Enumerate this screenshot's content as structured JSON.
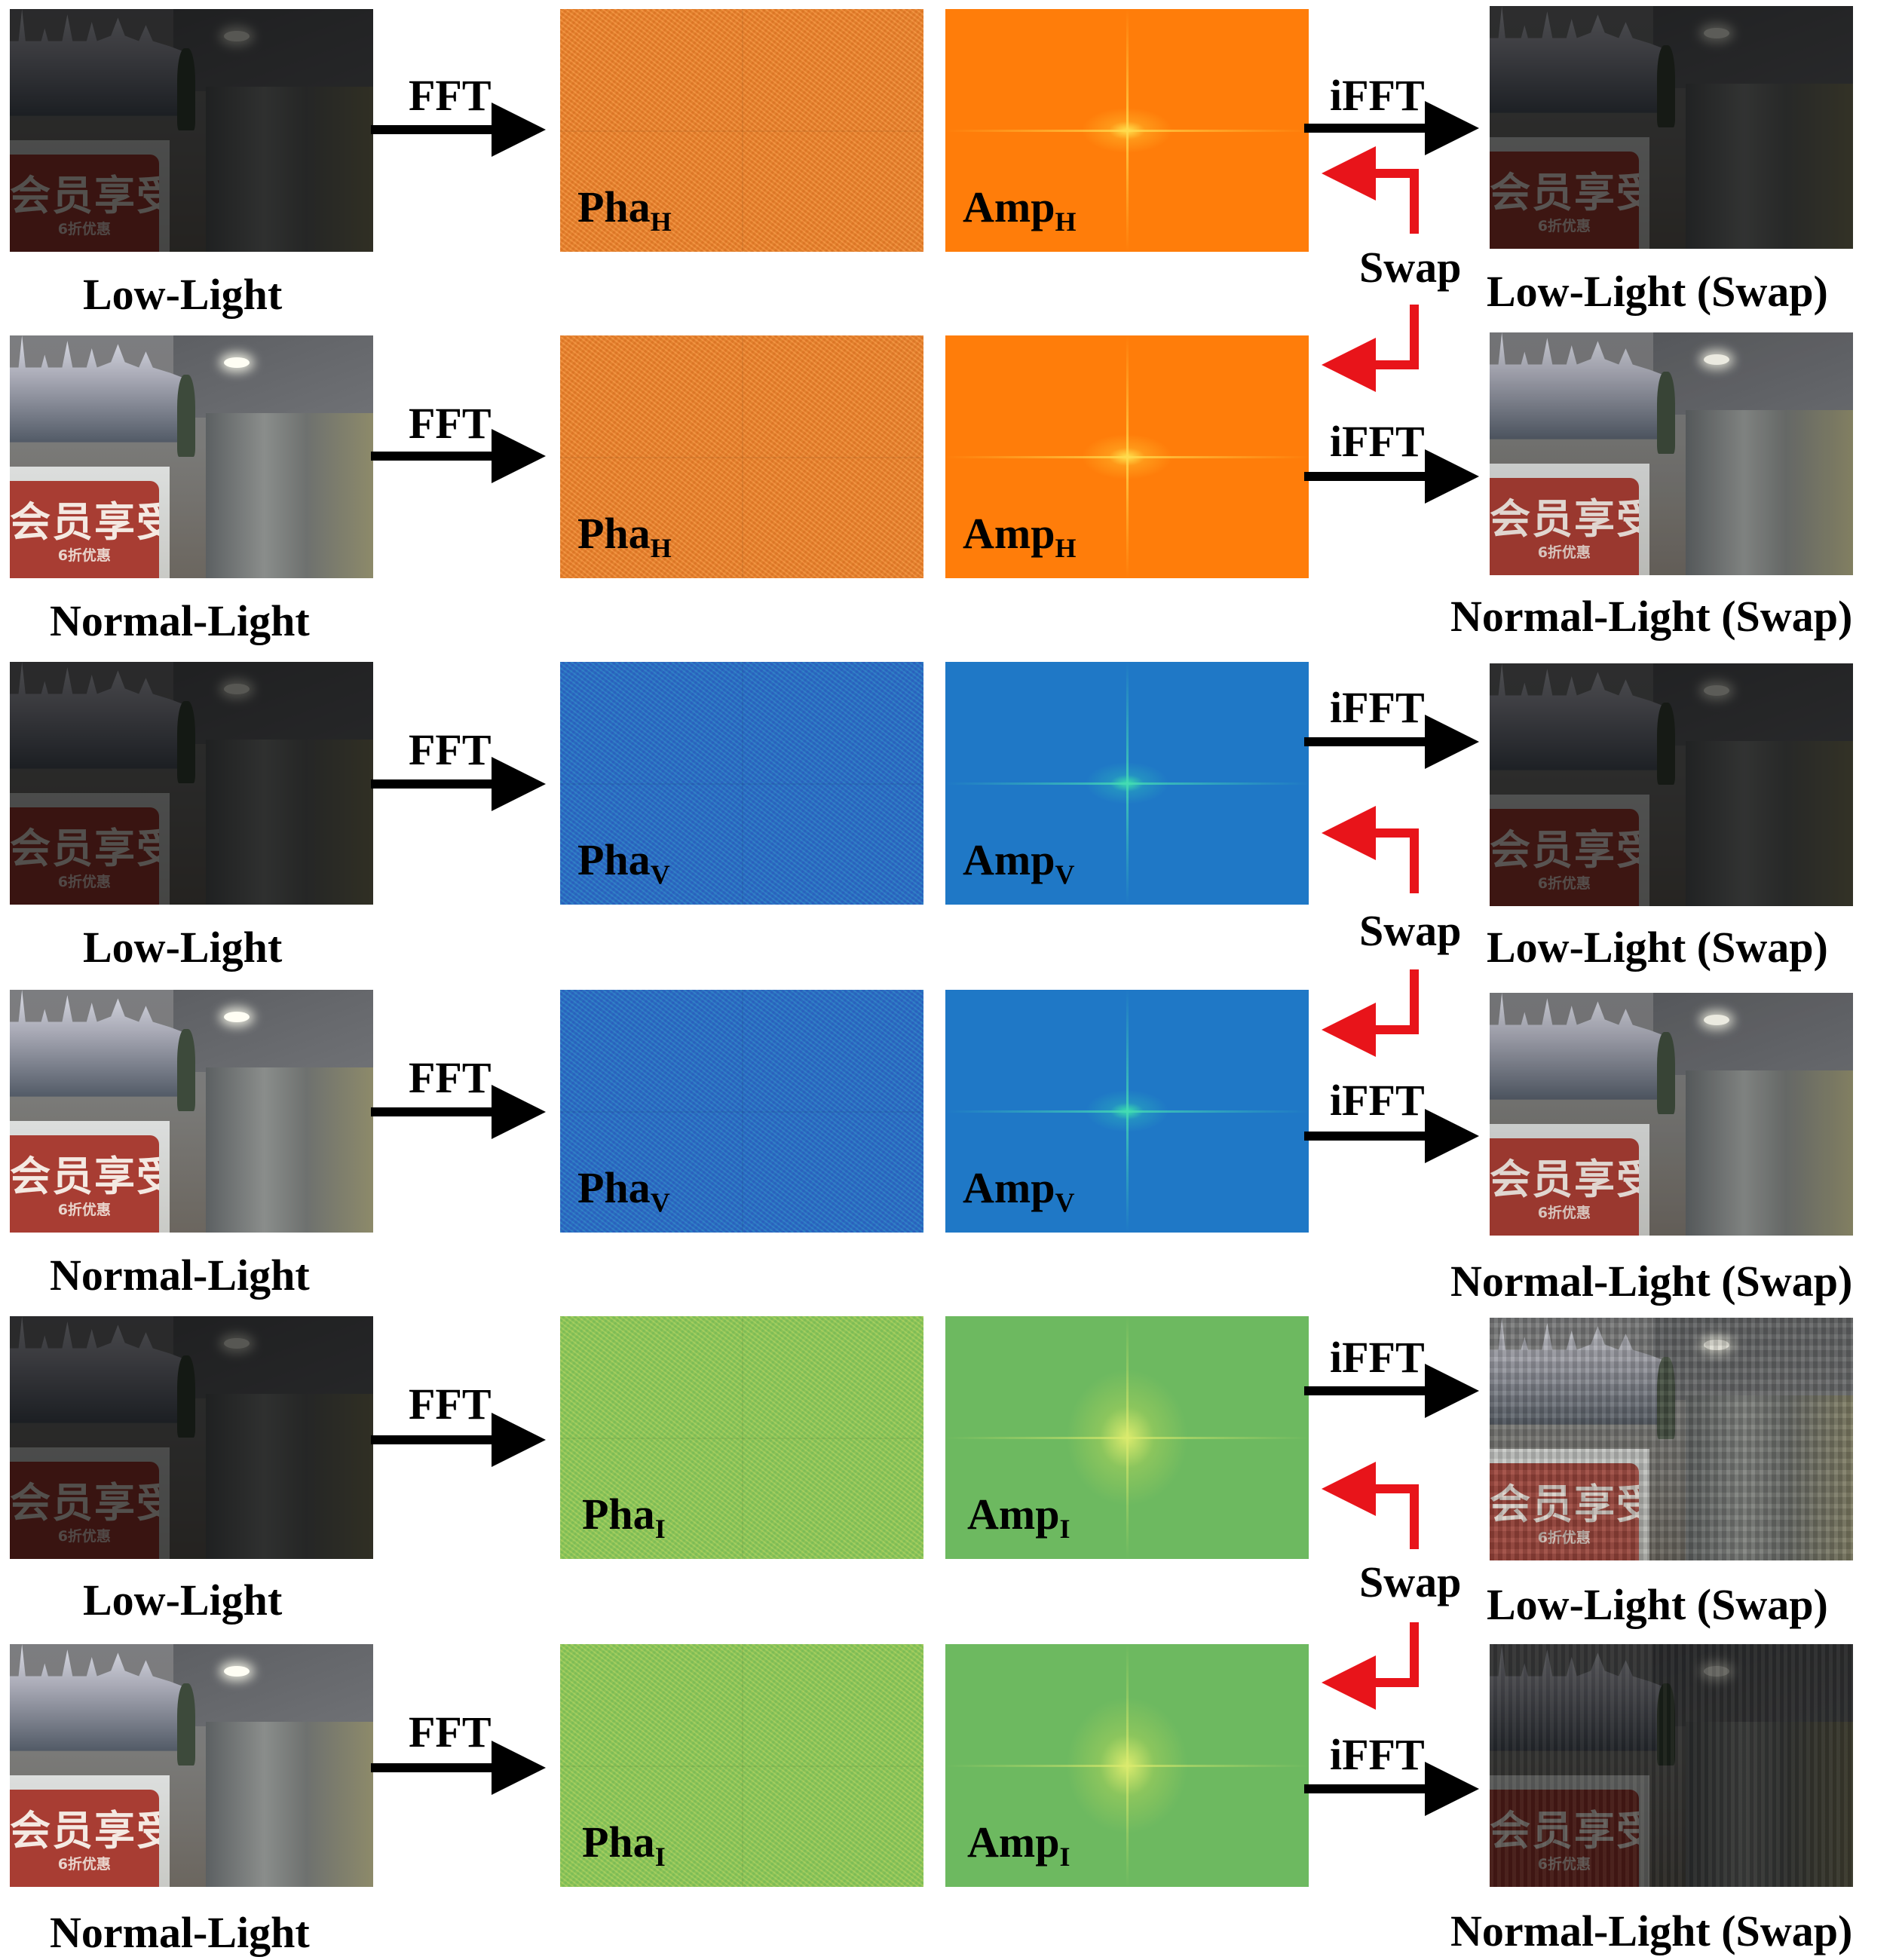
{
  "operations": {
    "fft": "FFT",
    "ifft": "iFFT",
    "swap": "Swap"
  },
  "photo_caption": {
    "low": "Low-Light",
    "normal": "Normal-Light",
    "low_swap": "Low-Light (Swap)",
    "normal_swap": "Normal-Light (Swap)"
  },
  "sign_text": {
    "main": "会员享受",
    "sub": "6折优惠"
  },
  "spectrum_labels": {
    "pha": "Pha",
    "amp": "Amp",
    "h": "H",
    "v": "V",
    "i": "I"
  },
  "colors": {
    "arrow": "#000000",
    "swap_arrow": "#e8141a",
    "h_spectrum": "#ff7d0a",
    "v_spectrum": "#1f78c6",
    "i_spectrum": "#6db960"
  }
}
